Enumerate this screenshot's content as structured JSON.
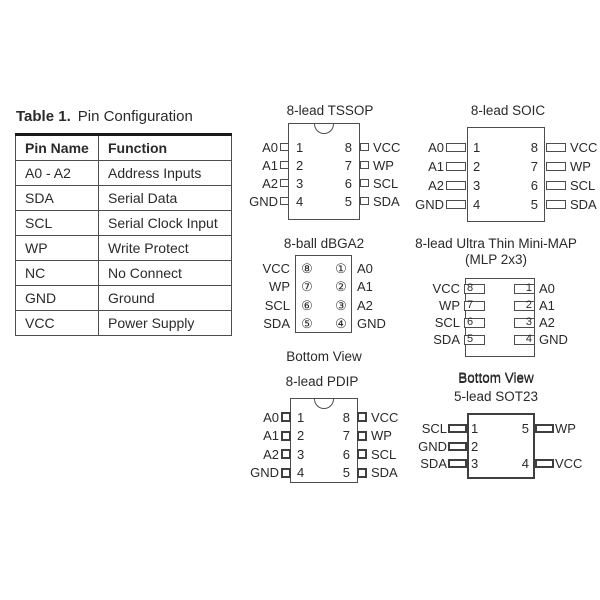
{
  "table": {
    "title_label": "Table 1.",
    "title_text": "Pin Configuration",
    "col_headers": [
      "Pin Name",
      "Function"
    ],
    "rows": [
      {
        "pin": "A0 - A2",
        "function": "Address Inputs"
      },
      {
        "pin": "SDA",
        "function": "Serial Data"
      },
      {
        "pin": "SCL",
        "function": "Serial Clock Input"
      },
      {
        "pin": "WP",
        "function": "Write Protect"
      },
      {
        "pin": "NC",
        "function": "No Connect"
      },
      {
        "pin": "GND",
        "function": "Ground"
      },
      {
        "pin": "VCC",
        "function": "Power Supply"
      }
    ]
  },
  "diagrams": {
    "tssop": {
      "title": "8-lead TSSOP",
      "left_pins": [
        {
          "label": "A0",
          "num": "1"
        },
        {
          "label": "A1",
          "num": "2"
        },
        {
          "label": "A2",
          "num": "3"
        },
        {
          "label": "GND",
          "num": "4"
        }
      ],
      "right_pins": [
        {
          "num": "8",
          "label": "VCC"
        },
        {
          "num": "7",
          "label": "WP"
        },
        {
          "num": "6",
          "label": "SCL"
        },
        {
          "num": "5",
          "label": "SDA"
        }
      ]
    },
    "soic": {
      "title": "8-lead SOIC",
      "left_pins": [
        {
          "label": "A0",
          "num": "1"
        },
        {
          "label": "A1",
          "num": "2"
        },
        {
          "label": "A2",
          "num": "3"
        },
        {
          "label": "GND",
          "num": "4"
        }
      ],
      "right_pins": [
        {
          "num": "8",
          "label": "VCC"
        },
        {
          "num": "7",
          "label": "WP"
        },
        {
          "num": "6",
          "label": "SCL"
        },
        {
          "num": "5",
          "label": "SDA"
        }
      ]
    },
    "dbga2": {
      "title": "8-ball dBGA2",
      "caption": "Bottom View",
      "left_pins": [
        {
          "label": "VCC",
          "ball": "⑧"
        },
        {
          "label": "WP",
          "ball": "⑦"
        },
        {
          "label": "SCL",
          "ball": "⑥"
        },
        {
          "label": "SDA",
          "ball": "⑤"
        }
      ],
      "right_pins": [
        {
          "ball": "①",
          "label": "A0"
        },
        {
          "ball": "②",
          "label": "A1"
        },
        {
          "ball": "③",
          "label": "A2"
        },
        {
          "ball": "④",
          "label": "GND"
        }
      ]
    },
    "minimap": {
      "title_line1": "8-lead Ultra Thin Mini-MAP",
      "title_line2": "(MLP 2x3)",
      "caption": "Bottom View",
      "left_pins": [
        {
          "label": "VCC",
          "num": "8"
        },
        {
          "label": "WP",
          "num": "7"
        },
        {
          "label": "SCL",
          "num": "6"
        },
        {
          "label": "SDA",
          "num": "5"
        }
      ],
      "right_pins": [
        {
          "num": "1",
          "label": "A0"
        },
        {
          "num": "2",
          "label": "A1"
        },
        {
          "num": "3",
          "label": "A2"
        },
        {
          "num": "4",
          "label": "GND"
        }
      ]
    },
    "pdip": {
      "title": "8-lead PDIP",
      "left_pins": [
        {
          "label": "A0",
          "num": "1"
        },
        {
          "label": "A1",
          "num": "2"
        },
        {
          "label": "A2",
          "num": "3"
        },
        {
          "label": "GND",
          "num": "4"
        }
      ],
      "right_pins": [
        {
          "num": "8",
          "label": "VCC"
        },
        {
          "num": "7",
          "label": "WP"
        },
        {
          "num": "6",
          "label": "SCL"
        },
        {
          "num": "5",
          "label": "SDA"
        }
      ]
    },
    "sot23": {
      "caption": "Bottom View",
      "title": "5-lead SOT23",
      "left_pins": [
        {
          "label": "SCL",
          "num": "1"
        },
        {
          "label": "GND",
          "num": "2"
        },
        {
          "label": "SDA",
          "num": "3"
        }
      ],
      "right_pins": [
        {
          "num": "5",
          "label": "WP"
        },
        {
          "num": "4",
          "label": "VCC"
        }
      ]
    }
  }
}
